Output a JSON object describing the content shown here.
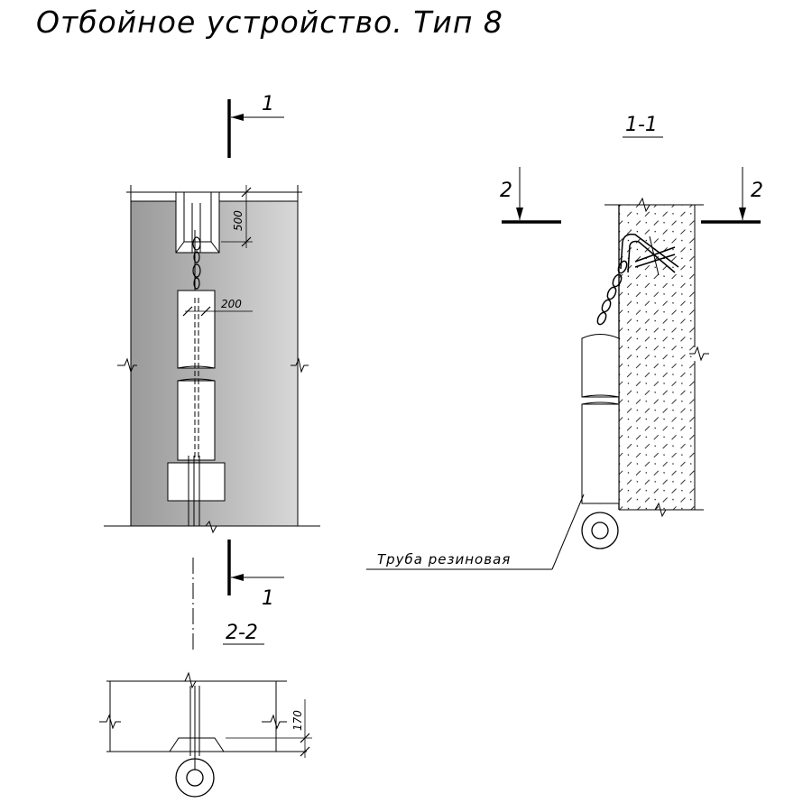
{
  "title": "Отбойное устройство. Тип 8",
  "front_view": {
    "section_marker_top": "1",
    "section_marker_bottom": "1",
    "dim_500": "500",
    "dim_200": "200"
  },
  "section_1_1": {
    "label": "1-1",
    "marker_left": "2",
    "marker_right": "2",
    "leader_note": "Труба резиновая"
  },
  "section_2_2": {
    "label": "2-2",
    "dim_170": "170"
  },
  "colors": {
    "line": "#000000",
    "wall_fill_dark": "#9a9a9a",
    "wall_fill_light": "#d8d8d8",
    "background": "#ffffff"
  }
}
